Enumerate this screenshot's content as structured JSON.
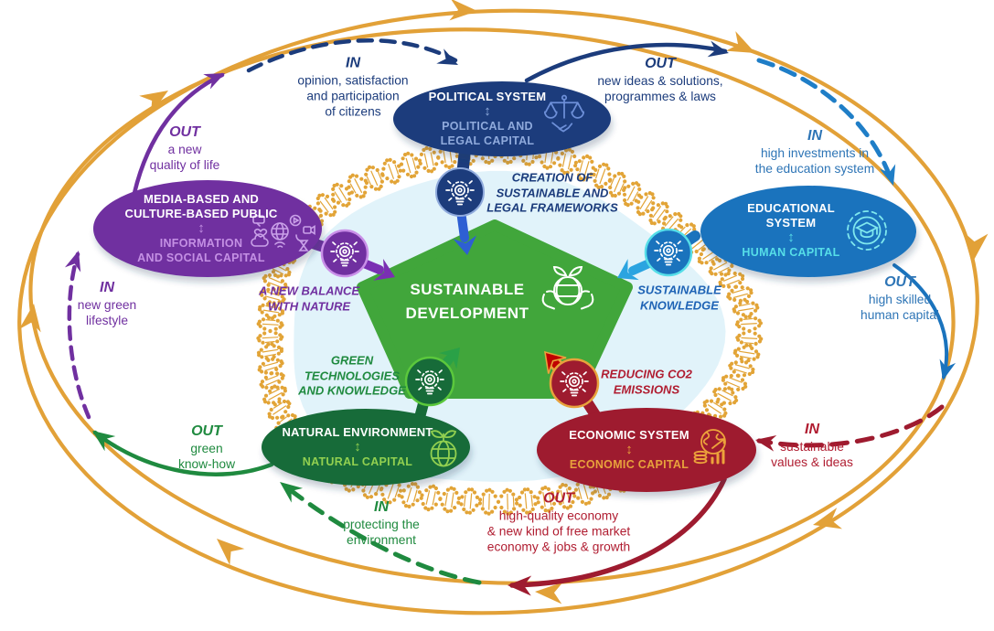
{
  "center": {
    "title": "SUSTAINABLE\nDEVELOPMENT"
  },
  "nodes": {
    "political": {
      "title": "POLITICAL SYSTEM",
      "updown": "↕",
      "capital": "POLITICAL AND\nLEGAL CAPITAL",
      "color": "#1C3C7C",
      "capital_color": "#8FAADC",
      "contribution": "CREATION OF\nSUSTAINABLE AND\nLEGAL FRAMEWORKS",
      "in_label": "IN",
      "in_text": "opinion, satisfaction\nand participation\nof citizens",
      "out_label": "OUT",
      "out_text": "new ideas & solutions,\nprogrammes & laws",
      "icon": "scales-handshake-icon"
    },
    "educational": {
      "title": "EDUCATIONAL\nSYSTEM",
      "updown": "↕",
      "capital": "HUMAN CAPITAL",
      "color": "#1A73BD",
      "capital_color": "#56DEE8",
      "contribution": "SUSTAINABLE\nKNOWLEDGE",
      "in_label": "IN",
      "in_text": "high investments in\nthe education system",
      "out_label": "OUT",
      "out_text": "high skilled\nhuman capital",
      "icon": "gear-graduation-cap-icon"
    },
    "economic": {
      "title": "ECONOMIC SYSTEM",
      "updown": "↕",
      "capital": "ECONOMIC CAPITAL",
      "color": "#9E1B2F",
      "capital_color": "#E8A23C",
      "contribution": "REDUCING CO2\nEMISSIONS",
      "in_label": "IN",
      "in_text": "sustainable\nvalues & ideas",
      "out_label": "OUT",
      "out_text": "high-quality economy\n& new kind of free market\neconomy & jobs & growth",
      "icon": "globe-economy-icon"
    },
    "natural": {
      "title": "NATURAL ENVIRONMENT",
      "updown": "↕",
      "capital": "NATURAL CAPITAL",
      "color": "#176B39",
      "capital_color": "#92D050",
      "contribution": "GREEN\nTECHNOLOGIES\nAND KNOWLEDGE",
      "in_label": "IN",
      "in_text": "protecting the\nenvironment",
      "out_label": "OUT",
      "out_text": "green\nknow-how",
      "icon": "globe-sprout-icon"
    },
    "media": {
      "title": "MEDIA-BASED AND\nCULTURE-BASED PUBLIC",
      "updown": "↕",
      "capital": "INFORMATION\nAND SOCIAL CAPITAL",
      "color": "#7030A0",
      "capital_color": "#C490E4",
      "contribution": "A NEW BALANCE\nWITH NATURE",
      "in_label": "IN",
      "in_text": "new green\nlifestyle",
      "out_label": "OUT",
      "out_text": "a new\nquality of life",
      "icon": "social-media-cluster-icon"
    }
  },
  "colors": {
    "outer_ring_gold": "#E2A138",
    "helix_gold": "#E2A437",
    "inner_background": "#E1F3FA",
    "pentagon_green": "#41A63B",
    "center_text": "#FFFFFF",
    "political_text": "#1C3C7C",
    "educational_text": "#2E75B6",
    "economic_text": "#B01D31",
    "natural_text": "#1F8A3F",
    "media_text": "#7030A0"
  }
}
